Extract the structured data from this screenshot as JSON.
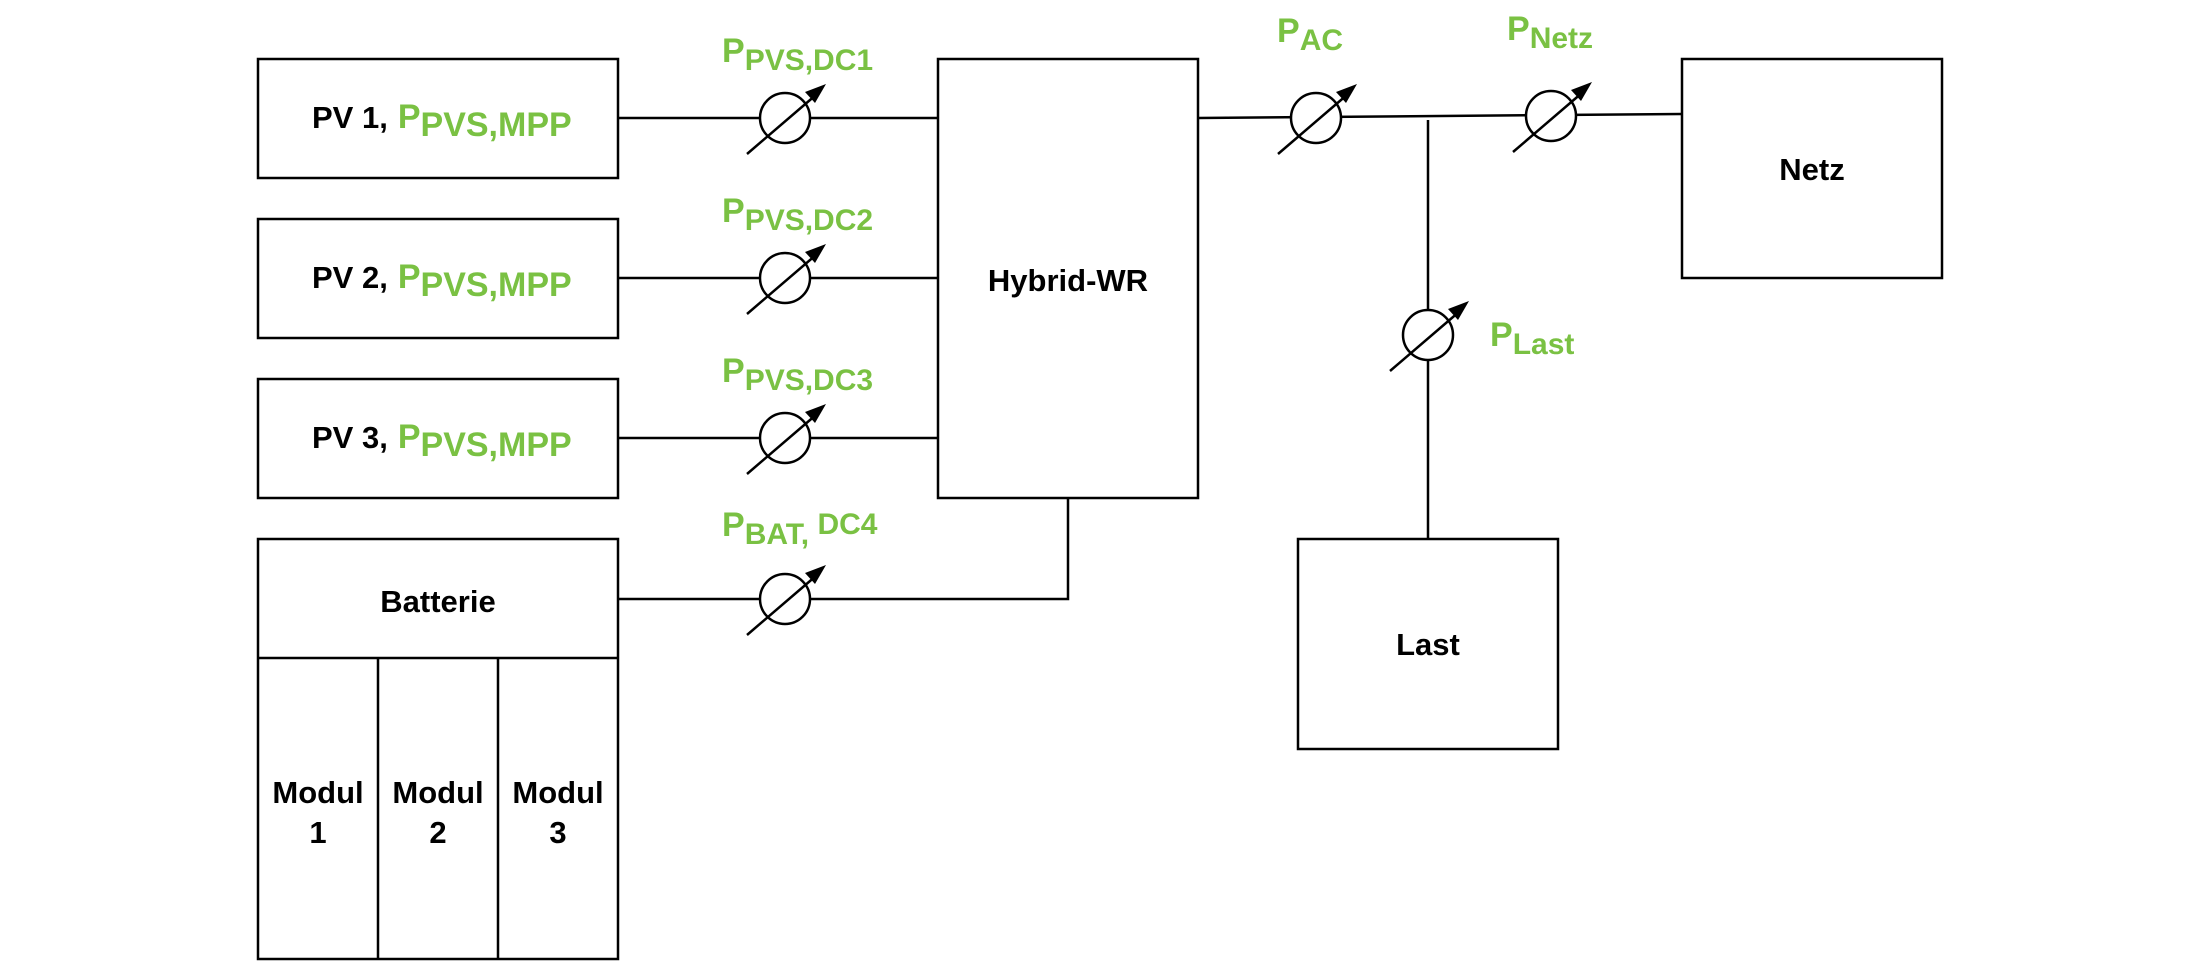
{
  "colors": {
    "measurement": "#7AC143",
    "line": "#000000",
    "background": "#ffffff"
  },
  "blocks": {
    "pv1": {
      "label": "PV 1,",
      "meas_main": "P",
      "meas_sub": "PVS,MPP"
    },
    "pv2": {
      "label": "PV 2,",
      "meas_main": "P",
      "meas_sub": "PVS,MPP"
    },
    "pv3": {
      "label": "PV 3,",
      "meas_main": "P",
      "meas_sub": "PVS,MPP"
    },
    "battery": {
      "label": "Batterie",
      "modules": [
        {
          "line1": "Modul",
          "line2": "1"
        },
        {
          "line1": "Modul",
          "line2": "2"
        },
        {
          "line1": "Modul",
          "line2": "3"
        }
      ]
    },
    "inverter": {
      "label": "Hybrid-WR"
    },
    "grid": {
      "label": "Netz"
    },
    "load": {
      "label": "Last"
    }
  },
  "meters": {
    "dc1": {
      "main": "P",
      "sub": "PVS,DC1"
    },
    "dc2": {
      "main": "P",
      "sub": "PVS,DC2"
    },
    "dc3": {
      "main": "P",
      "sub": "PVS,DC3"
    },
    "dc4": {
      "main": "P",
      "sub": "BAT,",
      "suffix": " DC4"
    },
    "ac": {
      "main": "P",
      "sub": "AC"
    },
    "grid": {
      "main": "P",
      "sub": "Netz"
    },
    "load": {
      "main": "P",
      "sub": "Last"
    }
  },
  "meter_icon": "power-meter-icon"
}
